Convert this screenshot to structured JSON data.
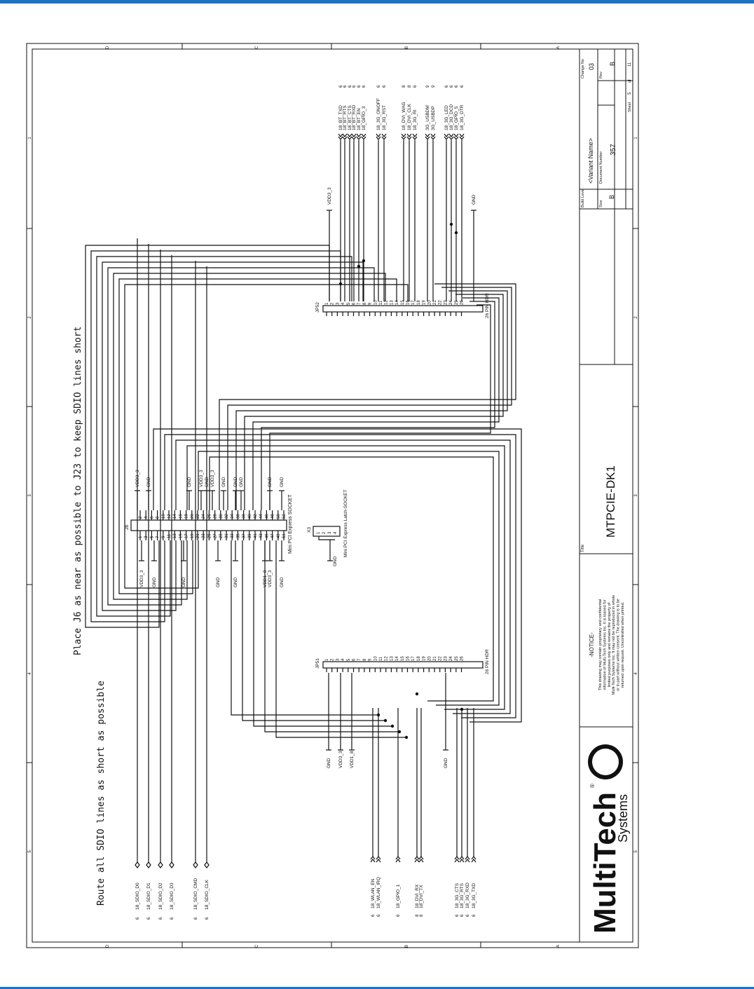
{
  "theme": {
    "accent": "#1b73c6"
  },
  "border": {
    "zones_top": [
      "D",
      "C",
      "B",
      "A"
    ],
    "zones_side": [
      "1",
      "2",
      "3",
      "4",
      "5"
    ]
  },
  "notes": {
    "place_j6": "Place J6 as near as possible to J23 to keep SDIO lines short",
    "route_sdio": "Route all SDIO lines as short as possible"
  },
  "sdio_nets": [
    {
      "sheet": "6",
      "name": "18_SDIO_D0"
    },
    {
      "sheet": "6",
      "name": "18_SDIO_D1"
    },
    {
      "sheet": "6",
      "name": "18_SDIO_D2"
    },
    {
      "sheet": "6",
      "name": "18_SDIO_D3"
    },
    {
      "sheet": "6",
      "name": "18_SDIO_CMD"
    },
    {
      "sheet": "6",
      "name": "18_SDIO_CLK"
    }
  ],
  "jp51_nets": [
    {
      "sheet": "6",
      "name": "18_WLAN_EN"
    },
    {
      "sheet": "6",
      "name": "18_WLAN_IRQ"
    },
    {
      "sheet": "6",
      "name": "18_GPIO_1"
    },
    {
      "sheet": "8",
      "name": "18_DVI_RX"
    },
    {
      "sheet": "8",
      "name": "18_DVI_TX"
    },
    {
      "sheet": "6",
      "name": "18_3G_CTS"
    },
    {
      "sheet": "6",
      "name": "18_3G_RTS"
    },
    {
      "sheet": "6",
      "name": "18_3G_RXD"
    },
    {
      "sheet": "6",
      "name": "18_3G_TXD"
    }
  ],
  "jp52_nets": [
    {
      "sheet": "6",
      "name": "18_BT_TXD"
    },
    {
      "sheet": "6",
      "name": "18_BT_RTS"
    },
    {
      "sheet": "6",
      "name": "18_BT_CTS"
    },
    {
      "sheet": "6",
      "name": "18_BT_RXD"
    },
    {
      "sheet": "6",
      "name": "18_BT_EN"
    },
    {
      "sheet": "6",
      "name": "18_GPIO_3"
    },
    {
      "sheet": "6",
      "name": "18_3G_ONOFF"
    },
    {
      "sheet": "6",
      "name": "18_3G_RST"
    },
    {
      "sheet": "8",
      "name": "18_DVI_WAG"
    },
    {
      "sheet": "8",
      "name": "18_DVI_CLK"
    },
    {
      "sheet": "6",
      "name": "18_3G_RI"
    },
    {
      "sheet": "9",
      "name": "3G_USBDM"
    },
    {
      "sheet": "9",
      "name": "3G_USBDP"
    },
    {
      "sheet": "6",
      "name": "18_3G_LED"
    },
    {
      "sheet": "6",
      "name": "18_3G_DCD"
    },
    {
      "sheet": "6",
      "name": "18_GPIO_5"
    },
    {
      "sheet": "6",
      "name": "18_3G_DTR"
    }
  ],
  "jp51": {
    "ref": "JP51",
    "label": "26 PIN HDR"
  },
  "jp52": {
    "ref": "JP52",
    "label": "26 PIN HDR"
  },
  "j6": {
    "ref": "J6",
    "label": "Mini PCI Express SOCKET",
    "pins_odd": [
      "1",
      "3",
      "5",
      "7",
      "9",
      "11",
      "13",
      "15",
      "17",
      "19",
      "21",
      "23",
      "25",
      "27",
      "29",
      "31",
      "33",
      "35",
      "37",
      "39",
      "41",
      "43",
      "45",
      "47",
      "49",
      "51"
    ],
    "pins_even": [
      "2",
      "4",
      "6",
      "8",
      "10",
      "12",
      "14",
      "16",
      "18",
      "20",
      "22",
      "24",
      "26",
      "28",
      "30",
      "32",
      "34",
      "36",
      "38",
      "40",
      "42",
      "44",
      "46",
      "48",
      "50",
      "52"
    ],
    "power_top": [
      "VDD3_3",
      "GND",
      "GND",
      "VDD3_3",
      "GND",
      "VDD3_3",
      "GND",
      "GND",
      "GND",
      "GND",
      "GND"
    ],
    "power_bottom": [
      "VDD3_3",
      "GND",
      "GND",
      "GND",
      "GND",
      "VDD1_8",
      "VDD3_3",
      "GND"
    ]
  },
  "x3": {
    "ref": "X3",
    "label": "Mini PCI Express Latch-SOCKET",
    "pins": [
      "1",
      "2",
      "3",
      "4"
    ],
    "gnd": "GND"
  },
  "jp51_power": [
    "GND",
    "VDD3_3",
    "VDD1_8",
    "GND"
  ],
  "jp52_power": [
    "VDD3_3",
    "GND"
  ],
  "notice": {
    "title": "-NOTICE-",
    "body": "This drawing may contain proprietary and confidential information of Multi-Tech Systems Inc. It is loaned for limited purposes only and remains the property of Multi-Tech Systems Inc. It may not be reproduced in whole or in part without written consent. The drawing is to be returned upon request. Uncontrolled when printed."
  },
  "logo": {
    "name": "MultiTech",
    "sub": "Systems",
    "reg": "®"
  },
  "title_block": {
    "title_label": "Title",
    "title": "MTPCIE-DK1",
    "build_level_label": "Build Level",
    "variant": "<Variant Name>",
    "size_label": "Size",
    "size": "B",
    "doc_label": "Document Number",
    "doc": "357",
    "rev_label": "Rev",
    "rev": "B",
    "change_label": "Change No",
    "change": "03",
    "sheet_label": "Sheet",
    "sheet": "5",
    "of_label": "of",
    "of": "11"
  }
}
